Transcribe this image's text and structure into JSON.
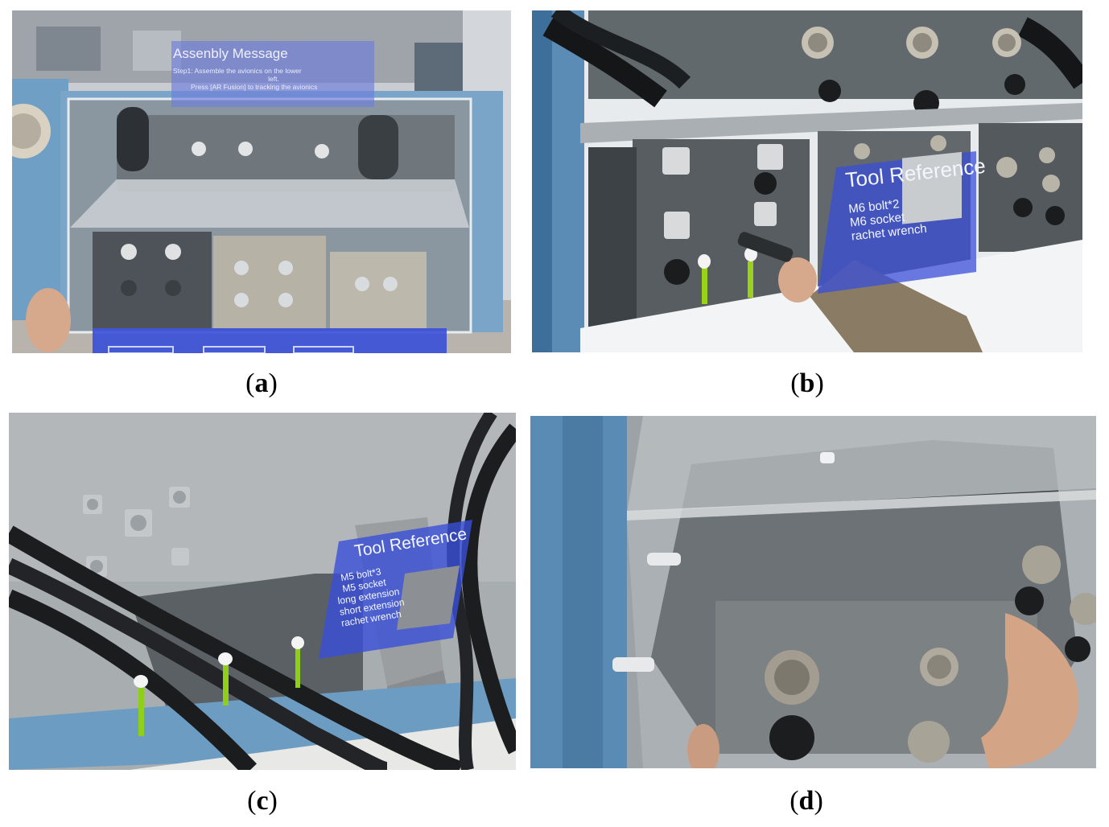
{
  "panels": {
    "a": {
      "caption": "a",
      "overlay": {
        "title": "Assenbly Message",
        "line1": "Step1: Assemble the avionics on the lower",
        "line2": "left.",
        "line3": "Press [AR Fusion] to tracking the avionics"
      }
    },
    "b": {
      "caption": "b",
      "overlay": {
        "title": "Tool Reference",
        "items": [
          "M6 bolt*2",
          "M6 socket",
          "rachet wrench"
        ]
      }
    },
    "c": {
      "caption": "c",
      "overlay": {
        "title": "Tool Reference",
        "items": [
          "M5 bolt*3",
          "M5 socket",
          "long extension",
          "short extension",
          "rachet wrench"
        ]
      }
    },
    "d": {
      "caption": "d"
    }
  },
  "colors": {
    "ar_blue": "#3a4fd8",
    "frame_blue": "#6f9fc4",
    "panel_grey": "#5a6166",
    "wall_grey": "#aeb2b5"
  }
}
